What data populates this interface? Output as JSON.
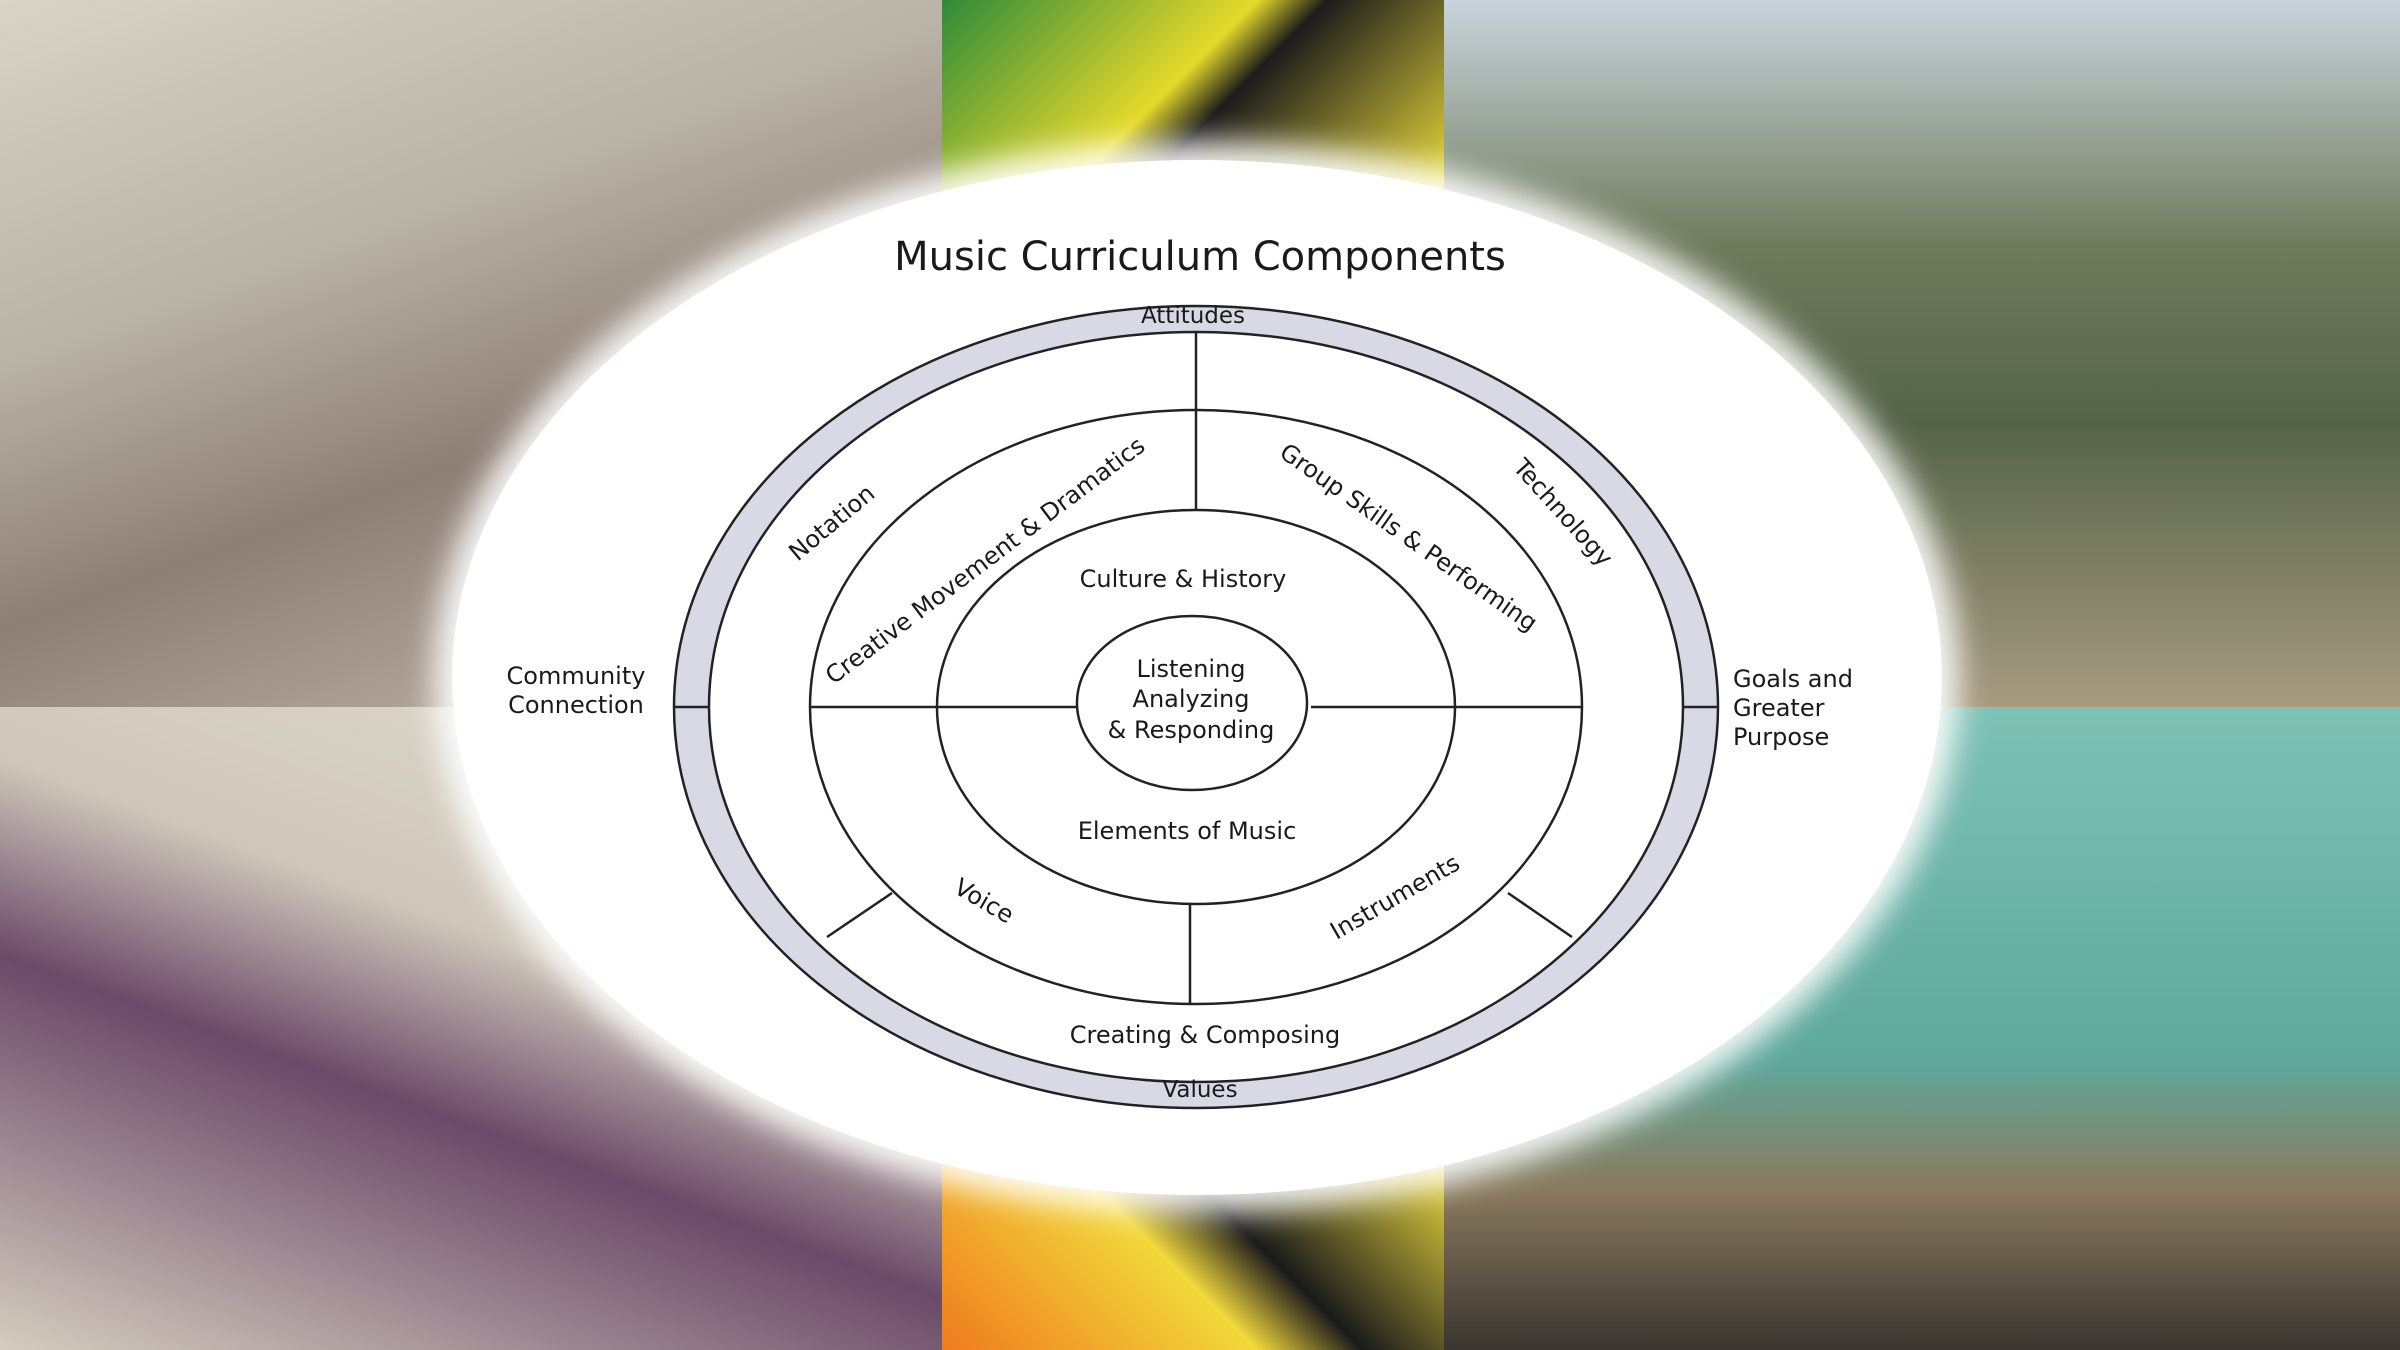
{
  "title": "Music Curriculum Components",
  "outer_ring": {
    "top": "Attitudes",
    "bottom": "Values"
  },
  "left_label": [
    "Community",
    "Connection"
  ],
  "right_label": [
    "Goals and",
    "Greater",
    "Purpose"
  ],
  "outer_segments": {
    "upper_left": "Notation",
    "upper_right": "Technology"
  },
  "middle_segments": {
    "upper_left": "Creative Movement & Dramatics",
    "upper_right": "Group Skills & Performing",
    "lower_left": "Voice",
    "lower_right": "Instruments",
    "bottom": "Creating & Composing"
  },
  "inner_segments": {
    "top": "Culture & History",
    "bottom": "Elements of Music"
  },
  "center": [
    "Listening",
    "Analyzing",
    "& Responding"
  ],
  "colors": {
    "ring_fill": "#d9d9e6",
    "line": "#222222"
  }
}
